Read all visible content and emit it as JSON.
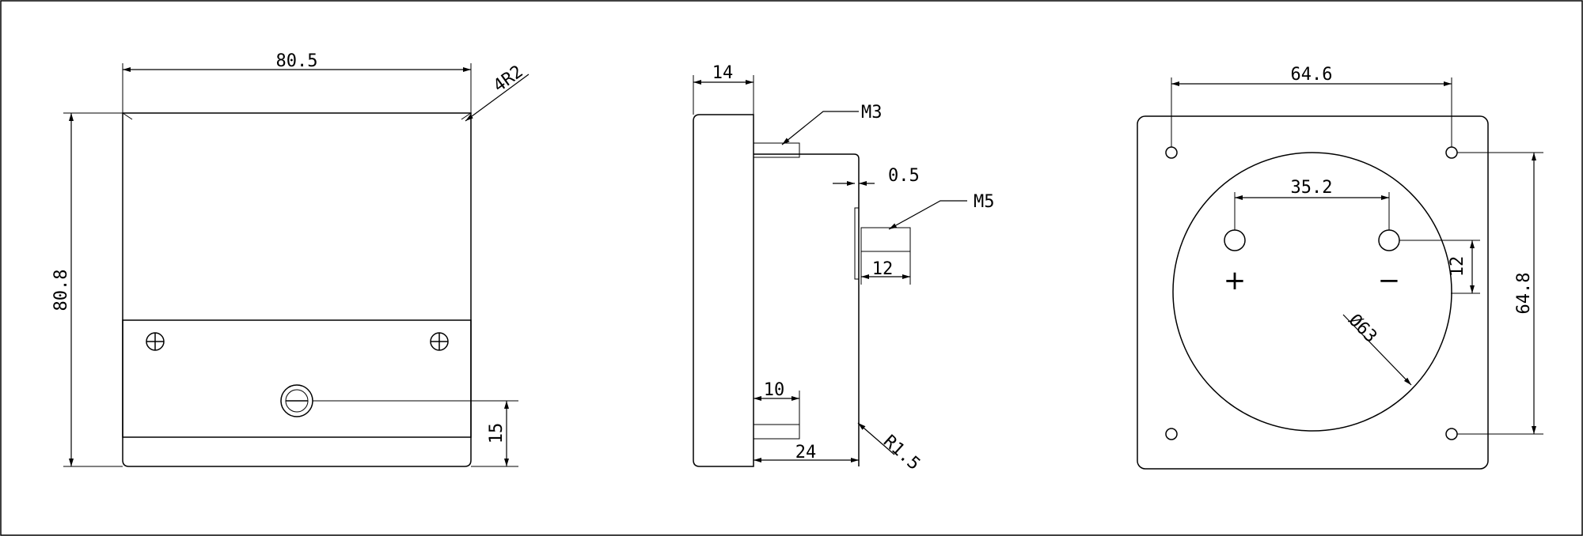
{
  "front_view": {
    "width": "80.5",
    "height": "80.8",
    "corner_radius": "4R2",
    "adjuster_height": "15"
  },
  "side_view": {
    "depth": "14",
    "screw_small": "M3",
    "plate_thickness": "0.5",
    "screw_large": "M5",
    "terminal_length": "12",
    "stud_length": "10",
    "body_depth": "24",
    "fillet": "R1.5"
  },
  "back_view": {
    "hole_spacing_x": "64.6",
    "hole_spacing_y": "64.8",
    "terminal_spacing": "35.2",
    "terminal_offset": "12",
    "diameter": "Ø63",
    "plus": "+",
    "minus": "−"
  },
  "colors": {
    "line": "#000000",
    "background": "#ffffff"
  }
}
